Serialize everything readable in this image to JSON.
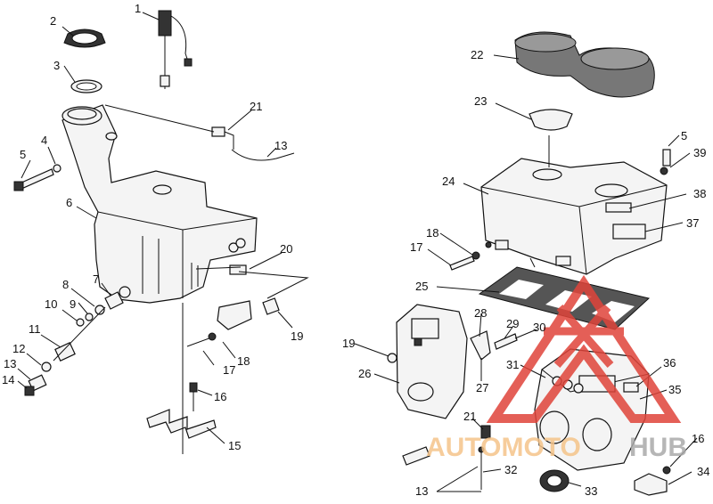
{
  "diagram": {
    "callouts": [
      {
        "id": "c1",
        "text": "1"
      },
      {
        "id": "c2",
        "text": "2"
      },
      {
        "id": "c3",
        "text": "3"
      },
      {
        "id": "c4",
        "text": "4"
      },
      {
        "id": "c5a",
        "text": "5"
      },
      {
        "id": "c6",
        "text": "6"
      },
      {
        "id": "c7",
        "text": "7"
      },
      {
        "id": "c8",
        "text": "8"
      },
      {
        "id": "c9",
        "text": "9"
      },
      {
        "id": "c10",
        "text": "10"
      },
      {
        "id": "c11",
        "text": "11"
      },
      {
        "id": "c12",
        "text": "12"
      },
      {
        "id": "c13a",
        "text": "13"
      },
      {
        "id": "c14",
        "text": "14"
      },
      {
        "id": "c13b",
        "text": "13"
      },
      {
        "id": "c21a",
        "text": "21"
      },
      {
        "id": "c20",
        "text": "20"
      },
      {
        "id": "c19a",
        "text": "19"
      },
      {
        "id": "c18a",
        "text": "18"
      },
      {
        "id": "c17a",
        "text": "17"
      },
      {
        "id": "c16a",
        "text": "16"
      },
      {
        "id": "c15",
        "text": "15"
      },
      {
        "id": "c22",
        "text": "22"
      },
      {
        "id": "c23",
        "text": "23"
      },
      {
        "id": "c5b",
        "text": "5"
      },
      {
        "id": "c39",
        "text": "39"
      },
      {
        "id": "c24",
        "text": "24"
      },
      {
        "id": "c38",
        "text": "38"
      },
      {
        "id": "c37",
        "text": "37"
      },
      {
        "id": "c18b",
        "text": "18"
      },
      {
        "id": "c17b",
        "text": "17"
      },
      {
        "id": "c25",
        "text": "25"
      },
      {
        "id": "c28",
        "text": "28"
      },
      {
        "id": "c29",
        "text": "29"
      },
      {
        "id": "c30",
        "text": "30"
      },
      {
        "id": "c19b",
        "text": "19"
      },
      {
        "id": "c26",
        "text": "26"
      },
      {
        "id": "c31",
        "text": "31"
      },
      {
        "id": "c36",
        "text": "36"
      },
      {
        "id": "c27",
        "text": "27"
      },
      {
        "id": "c35",
        "text": "35"
      },
      {
        "id": "c21b",
        "text": "21"
      },
      {
        "id": "c16b",
        "text": "16"
      },
      {
        "id": "c34",
        "text": "34"
      },
      {
        "id": "c32",
        "text": "32"
      },
      {
        "id": "c13c",
        "text": "13"
      },
      {
        "id": "c33",
        "text": "33"
      }
    ]
  },
  "watermark": {
    "brand_left": "AUTOMOTO",
    "brand_right": "HUB",
    "accent_color": "#e0443a",
    "brand_left_color": "#f5c48a",
    "brand_right_color": "#aaaaaa"
  }
}
